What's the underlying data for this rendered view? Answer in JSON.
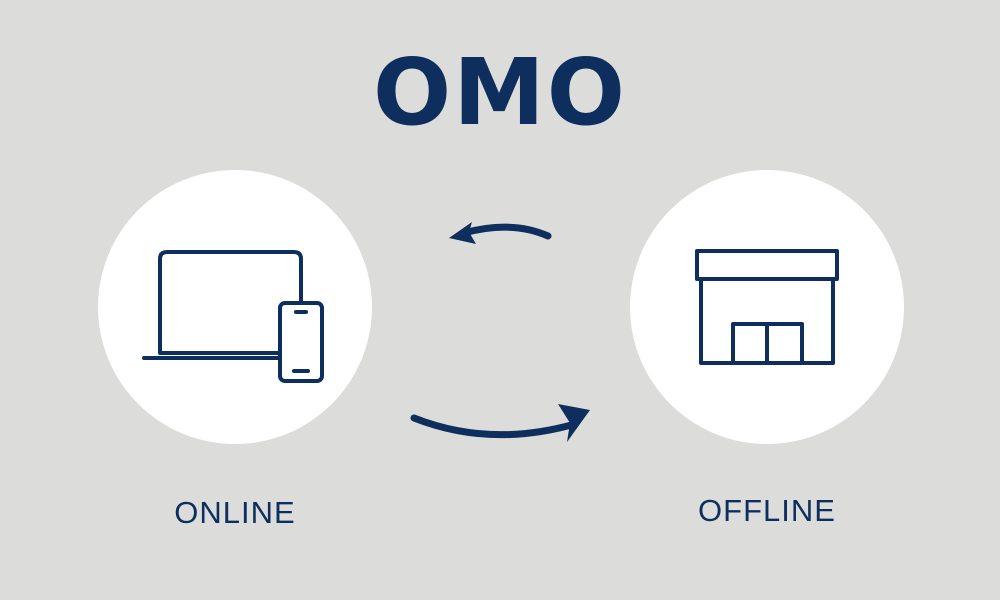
{
  "title": "OMO",
  "online": {
    "label": "ONLINE",
    "icon": "laptop-and-smartphone-icon"
  },
  "offline": {
    "label": "OFFLINE",
    "icon": "storefront-icon"
  },
  "arrows": {
    "top": "arrow-offline-to-online",
    "bottom": "arrow-online-to-offline"
  },
  "colors": {
    "background": "#dcdcdb",
    "primary": "#0e2f5e",
    "circle": "#ffffff"
  }
}
